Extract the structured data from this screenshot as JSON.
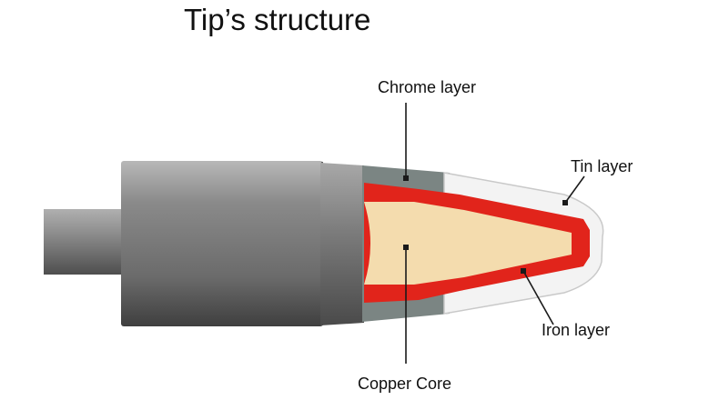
{
  "title": "Tip’s structure",
  "labels": {
    "chrome": "Chrome layer",
    "tin": "Tin layer",
    "iron": "Iron layer",
    "copper": "Copper Core"
  },
  "colors": {
    "shaft": "#8c8c8c",
    "body": "#7a7a7a",
    "chrome": "#7b8583",
    "tin": "#f3f3f3",
    "iron": "#e1241b",
    "copper": "#f4dcae",
    "leader": "#1a1a1a"
  }
}
